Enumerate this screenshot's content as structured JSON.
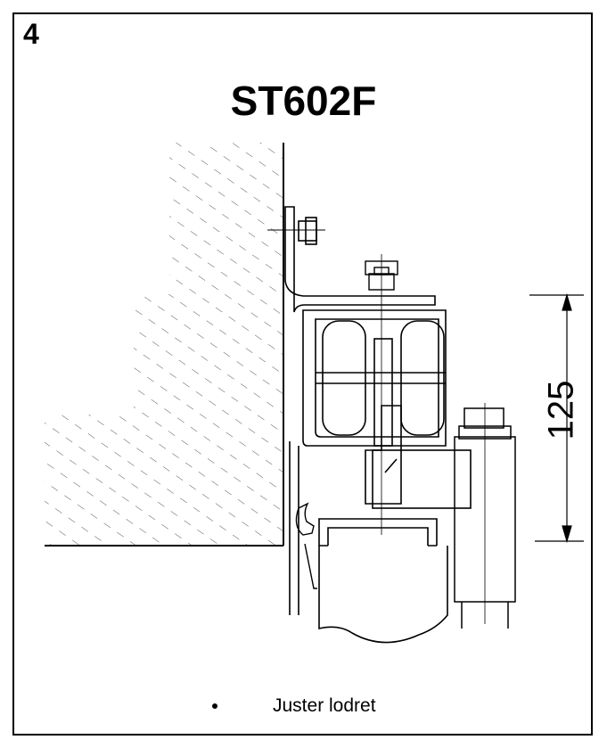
{
  "step_number": "4",
  "title": "ST602F",
  "dimension": "125",
  "caption": "Juster lodret"
}
